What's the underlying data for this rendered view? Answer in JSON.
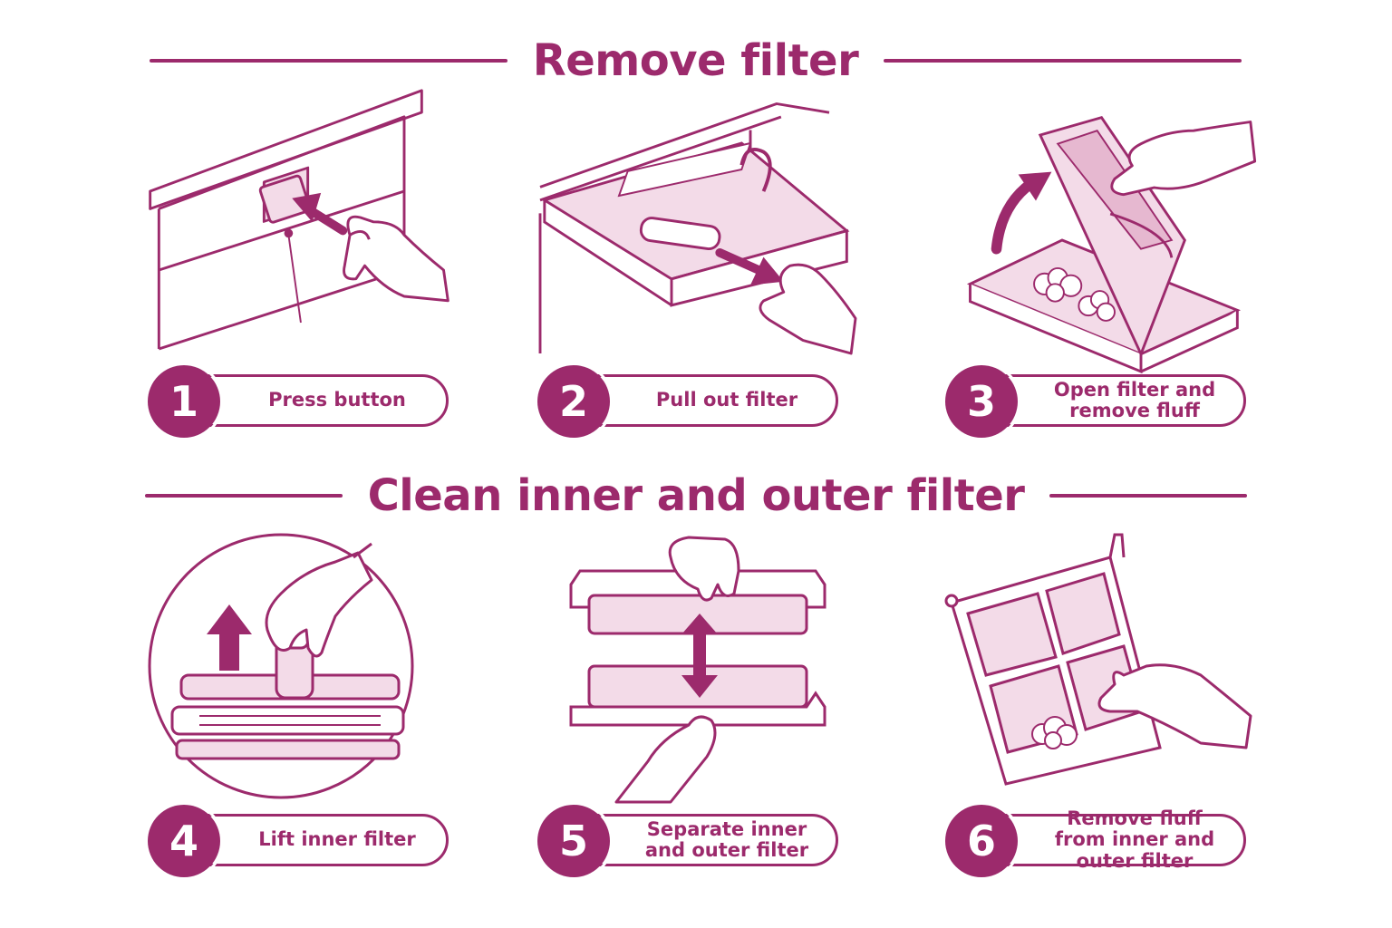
{
  "sections": [
    {
      "title": "Remove filter"
    },
    {
      "title": "Clean inner and outer filter"
    }
  ],
  "steps": [
    {
      "number": "1",
      "label": "Press button"
    },
    {
      "number": "2",
      "label": "Pull out filter"
    },
    {
      "number": "3",
      "label": "Open filter and remove fluff"
    },
    {
      "number": "4",
      "label": "Lift inner filter"
    },
    {
      "number": "5",
      "label": "Separate inner and outer filter"
    },
    {
      "number": "6",
      "label": "Remove fluff from inner and outer filter"
    }
  ],
  "colors": {
    "accent": "#9c2a6c",
    "fill_light": "#f3dbe8",
    "background": "#ffffff"
  }
}
